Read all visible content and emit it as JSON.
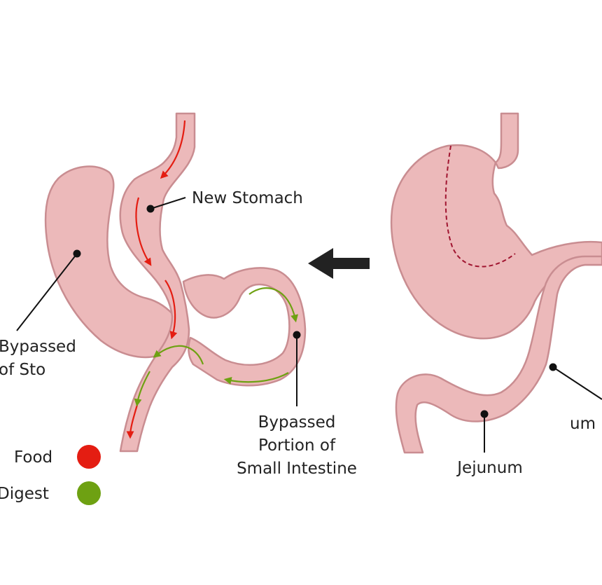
{
  "colors": {
    "organ_fill": "#ecb9ba",
    "organ_stroke": "#c98d91",
    "food_arrow": "#e41d12",
    "digestive_arrow": "#6ea112",
    "staple_line": "#a01530",
    "pointer": "#111111",
    "label_text": "#222222",
    "direction_arrow": "#222222"
  },
  "labels": {
    "new_stomach": "New Stomach",
    "bypassed_stomach_line1": "Bypassed",
    "bypassed_stomach_line2": "of Sto",
    "bypassed_intestine_line1": "Bypassed",
    "bypassed_intestine_line2": "Portion of",
    "bypassed_intestine_line3": "Small Intestine",
    "jejunum": "Jejunum",
    "duodenum_partial": "um"
  },
  "legend": {
    "items": [
      {
        "label": "Food",
        "color": "#e41d12"
      },
      {
        "label": "Digest",
        "color": "#6ea112"
      }
    ]
  }
}
